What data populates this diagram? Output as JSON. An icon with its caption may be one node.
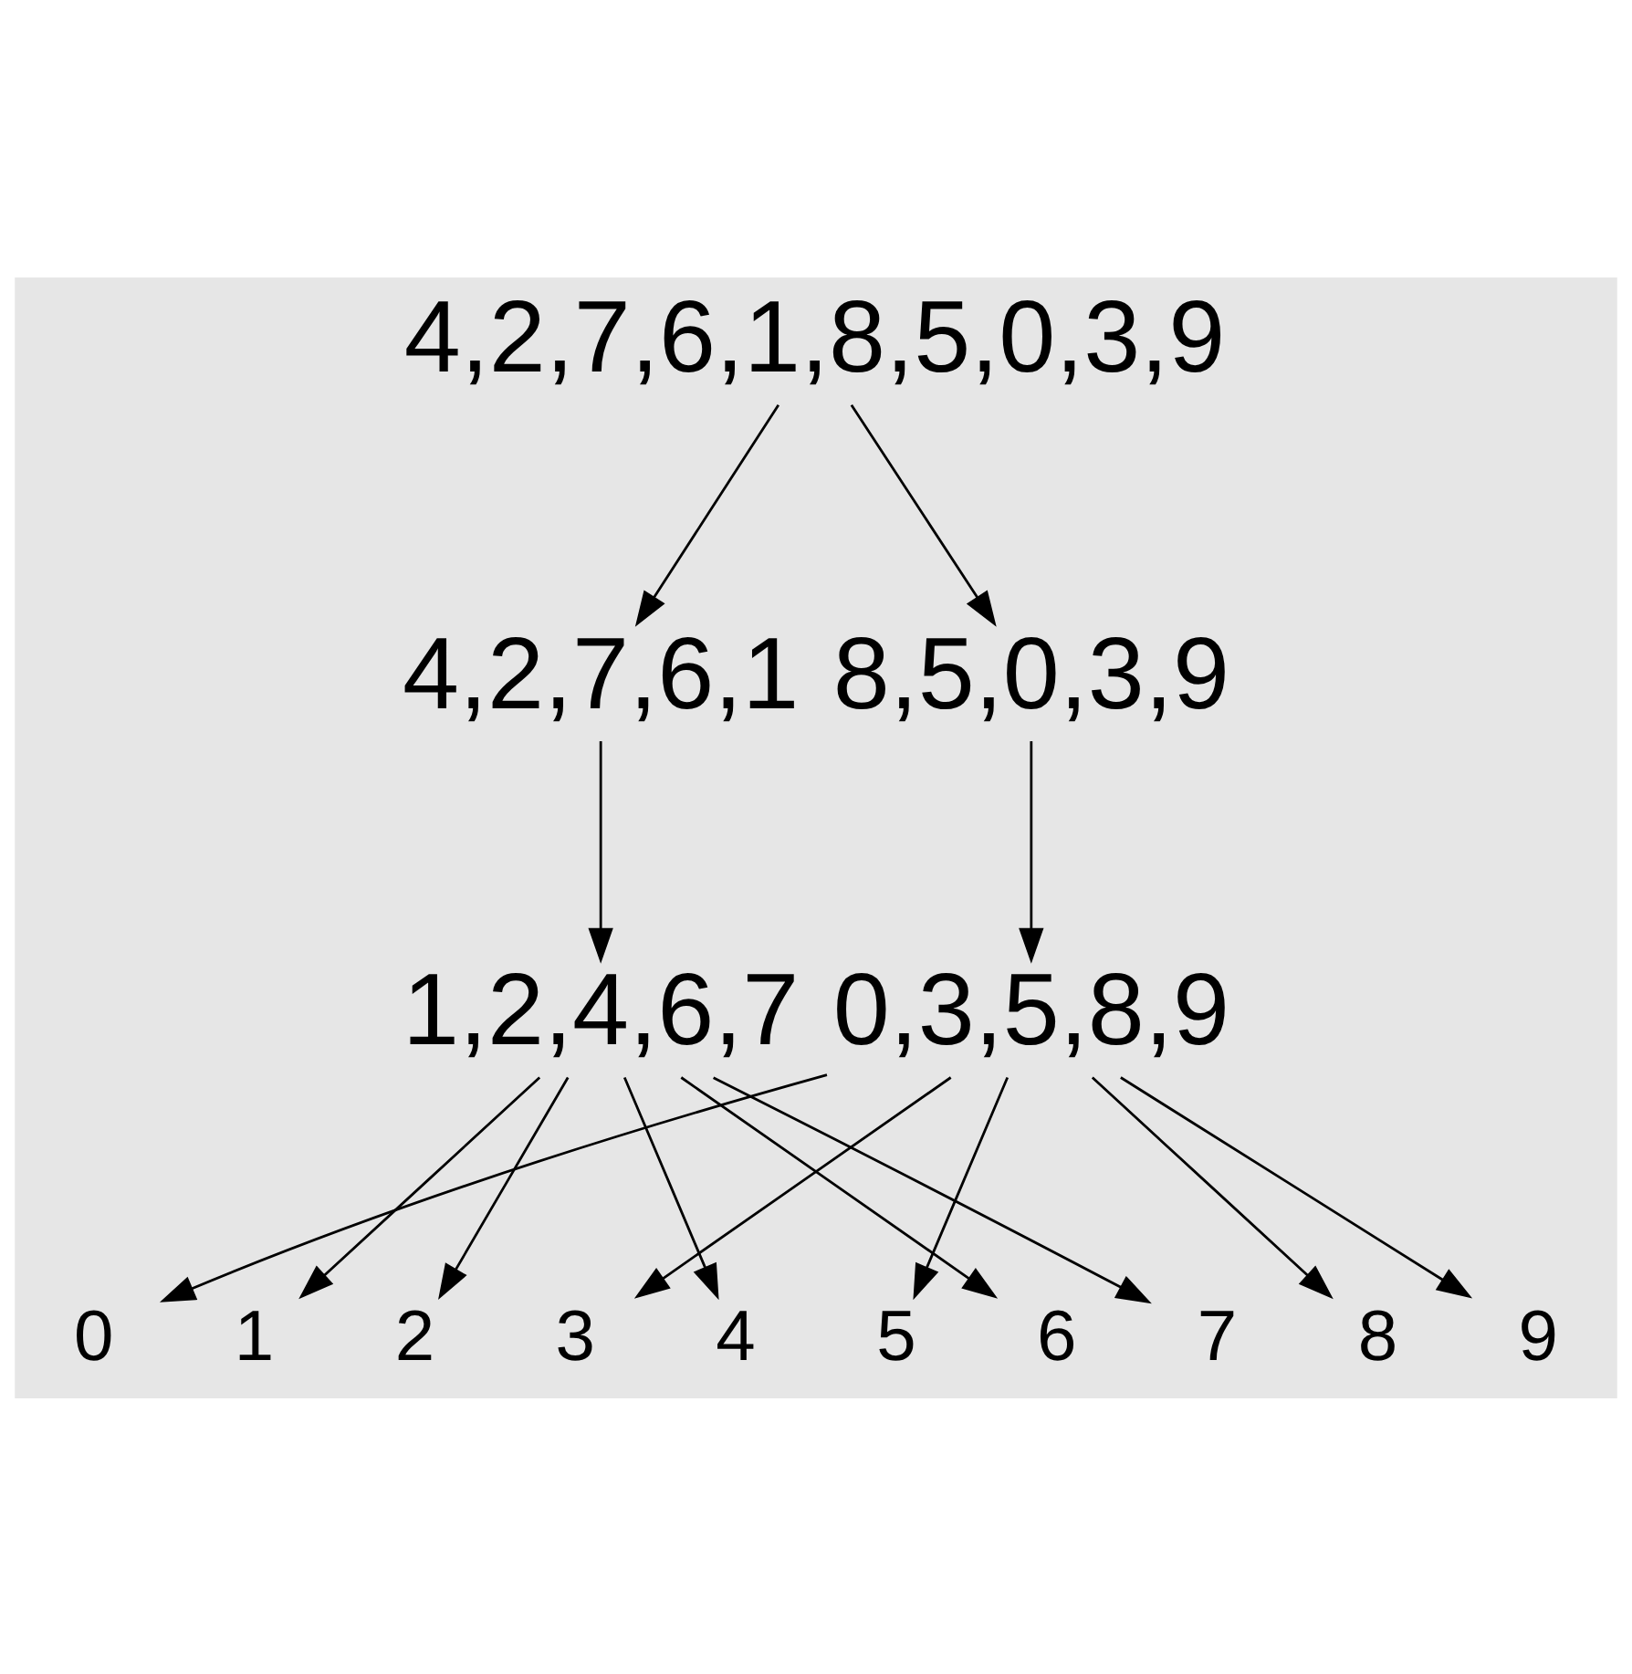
{
  "diagram": {
    "nodes": [
      {
        "text": [
          "4,2,7,6,1,8,5,0,3,9"
        ]
      },
      {
        "text": [
          "4,2,7,6,1"
        ]
      },
      {
        "text": [
          "8,5,0,3,9"
        ]
      },
      {
        "text": [
          "1,2,4,6,7"
        ]
      },
      {
        "text": [
          "0,3,5,8,9"
        ]
      },
      {
        "text": [
          "0"
        ]
      },
      {
        "text": [
          "1"
        ]
      },
      {
        "text": [
          "2"
        ]
      },
      {
        "text": [
          "3"
        ]
      },
      {
        "text": [
          "4"
        ]
      },
      {
        "text": [
          "5"
        ]
      },
      {
        "text": [
          "6"
        ]
      },
      {
        "text": [
          "7"
        ]
      },
      {
        "text": [
          "8"
        ]
      },
      {
        "text": [
          "9"
        ]
      }
    ],
    "edges": [
      {
        "from": 0,
        "to": 1,
        "arrow": "to"
      },
      {
        "from": 0,
        "to": 2,
        "arrow": "to"
      },
      {
        "from": 1,
        "to": 3,
        "arrow": "to"
      },
      {
        "from": 2,
        "to": 4,
        "arrow": "to"
      },
      {
        "from": 3,
        "to": 6,
        "arrow": "to"
      },
      {
        "from": 3,
        "to": 7,
        "arrow": "to"
      },
      {
        "from": 3,
        "to": 9,
        "arrow": "to"
      },
      {
        "from": 3,
        "to": 11,
        "arrow": "to"
      },
      {
        "from": 3,
        "to": 12,
        "arrow": "to"
      },
      {
        "from": 4,
        "to": 5,
        "arrow": "to"
      },
      {
        "from": 4,
        "to": 8,
        "arrow": "to"
      },
      {
        "from": 4,
        "to": 10,
        "arrow": "to"
      },
      {
        "from": 4,
        "to": 13,
        "arrow": "to"
      },
      {
        "from": 4,
        "to": 14,
        "arrow": "to"
      }
    ]
  }
}
